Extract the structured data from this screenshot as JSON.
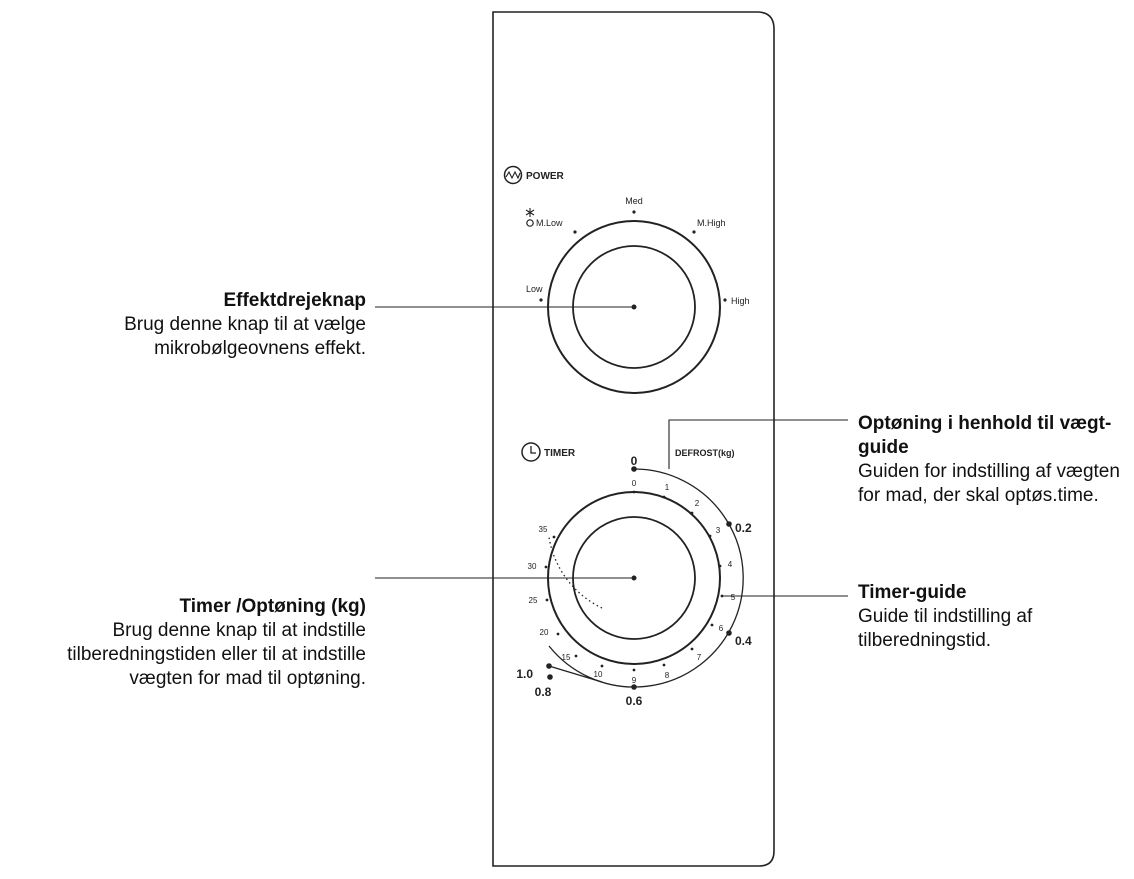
{
  "panel": {
    "power_label": "POWER",
    "power_icon": "power-wave-icon",
    "power_settings": [
      "Low",
      "M.Low",
      "Med",
      "M.High",
      "High"
    ],
    "defrost_icon": "defrost-snowflake-icon",
    "timer_label": "TIMER",
    "timer_icon": "clock-icon",
    "defrost_label": "DEFROST(kg)",
    "timer_ticks": [
      "0",
      "1",
      "2",
      "3",
      "4",
      "5",
      "6",
      "7",
      "8",
      "9",
      "10",
      "15",
      "20",
      "25",
      "30",
      "35"
    ],
    "weight_ticks": [
      "0",
      "0.2",
      "0.4",
      "0.6",
      "0.8",
      "1.0"
    ]
  },
  "callouts": {
    "power": {
      "title": "Effektdrejeknap",
      "desc": "Brug denne knap til at vælge mikrobølgeovnens effekt."
    },
    "timer": {
      "title": "Timer /Optøning (kg)",
      "desc": "Brug denne knap til at indstille tilberedningstiden eller til at indstille vægten for mad til optøning."
    },
    "defrost": {
      "title": "Optøning i henhold til vægt-guide",
      "desc": "Guiden for indstilling af vægten for mad, der skal optøs.time."
    },
    "timer_guide": {
      "title": "Timer-guide",
      "desc": "Guide til indstilling af tilberedningstid."
    }
  }
}
